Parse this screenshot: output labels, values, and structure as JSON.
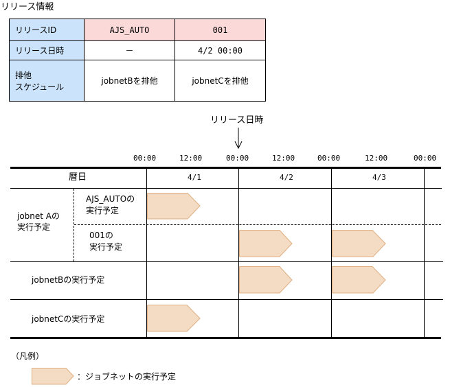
{
  "release_info": {
    "title": "リリース情報",
    "rows": [
      {
        "label": "リリースID",
        "col1": "AJS_AUTO",
        "col2": "001"
      },
      {
        "label": "リリース日時",
        "col1": "－",
        "col2": "4/2 00:00"
      },
      {
        "label_line1": "排他",
        "label_line2": "スケジュール",
        "col1": "jobnetBを排他",
        "col2": "jobnetCを排他"
      }
    ],
    "colors": {
      "header_bg": "#cce4fb",
      "id_bg": "#fcd9d9"
    }
  },
  "timeline": {
    "release_marker_label": "リリース日時",
    "time_ticks": [
      "00:00",
      "12:00",
      "00:00",
      "12:00",
      "00:00",
      "12:00",
      "00:00"
    ],
    "calendar_header": "暦日",
    "dates": [
      "4/1",
      "4/2",
      "4/3"
    ],
    "rows": [
      {
        "group_line1": "jobnet Aの",
        "group_line2": "実行予定",
        "sub": [
          {
            "line1": "AJS_AUTOの",
            "line2": "実行予定",
            "bars": [
              "4/1"
            ]
          },
          {
            "line1": "001の",
            "line2": "実行予定",
            "bars": [
              "4/2",
              "4/3"
            ]
          }
        ]
      },
      {
        "label": "jobnetBの実行予定",
        "bars": [
          "4/2",
          "4/3"
        ]
      },
      {
        "label": "jobnetCの実行予定",
        "bars": [
          "4/1"
        ]
      }
    ],
    "bar_fill": "#f4dcc4",
    "bar_stroke": "#dfae80"
  },
  "legend": {
    "title": "（凡例）",
    "item_label": "：ジョブネットの実行予定"
  }
}
